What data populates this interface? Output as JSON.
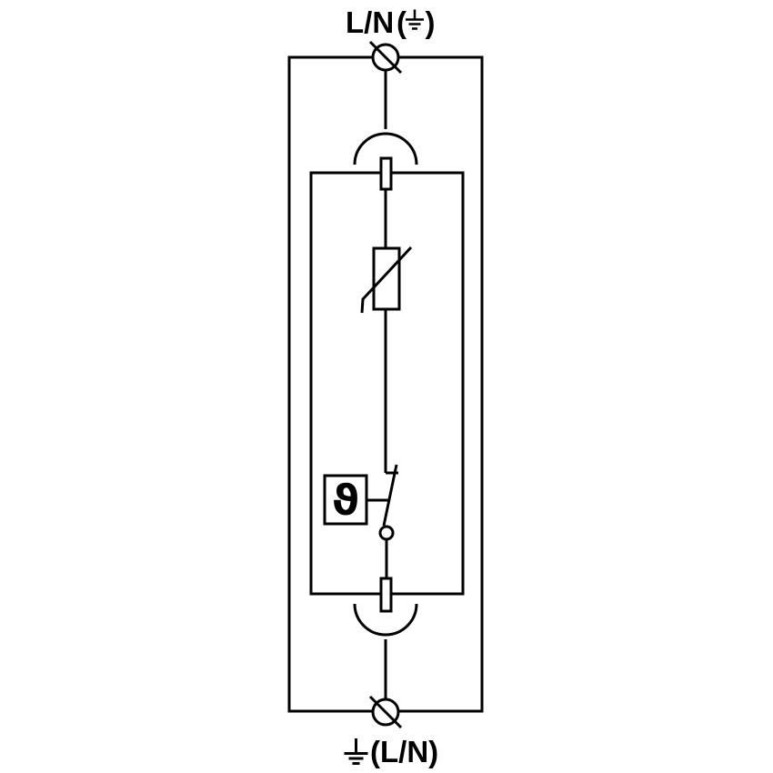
{
  "diagram": {
    "background": "#ffffff",
    "line_color": "#000000",
    "labels": {
      "top": {
        "main": "L/N",
        "open": "(",
        "close": ")"
      },
      "bottom": {
        "main": "(L/N)"
      }
    },
    "thermal_glyph": "ϑ",
    "components": {
      "top_terminal": "screw-terminal",
      "top_contact": "plug-in-contact",
      "protection_element": "varistor",
      "disconnector": "thermal-disconnect-switch",
      "bottom_contact": "plug-in-contact",
      "bottom_terminal": "screw-terminal"
    }
  }
}
